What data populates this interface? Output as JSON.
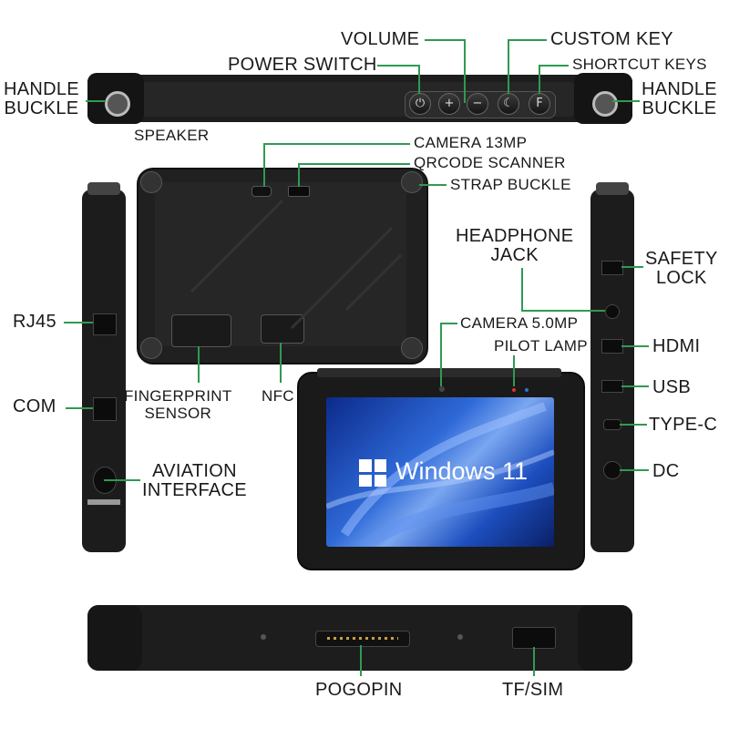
{
  "labels": {
    "volume": "VOLUME",
    "custom_key": "CUSTOM KEY",
    "power_switch": "POWER SWITCH",
    "shortcut_keys": "SHORTCUT KEYS",
    "handle_left_1": "HANDLE",
    "handle_left_2": "BUCKLE",
    "handle_right_1": "HANDLE",
    "handle_right_2": "BUCKLE",
    "speaker": "SPEAKER",
    "camera_13": "CAMERA  13MP",
    "qrcode": "QRCODE  SCANNER",
    "strap_buckle": "STRAP BUCKLE",
    "headphone_1": "HEADPHONE",
    "headphone_2": "JACK",
    "safety_1": "SAFETY",
    "safety_2": "LOCK",
    "rj45": "RJ45",
    "camera_5": "CAMERA 5.0MP",
    "pilot_lamp": "PILOT LAMP",
    "hdmi": "HDMI",
    "com": "COM",
    "fingerprint_1": "FINGERPRINT",
    "fingerprint_2": "SENSOR",
    "nfc": "NFC",
    "usb": "USB",
    "typec": "TYPE-C",
    "aviation_1": "AVIATION",
    "aviation_2": "INTERFACE",
    "dc": "DC",
    "pogopin": "POGOPIN",
    "tfsim": "TF/SIM"
  },
  "screen": {
    "os_name": "Windows 11"
  },
  "buttons": {
    "power": "⏻",
    "vol_up": "+",
    "vol_down": "−",
    "custom": "☾",
    "shortcut": "F"
  },
  "colors": {
    "leader_line": "#2f9a52",
    "device_body": "#1b1b1b"
  }
}
